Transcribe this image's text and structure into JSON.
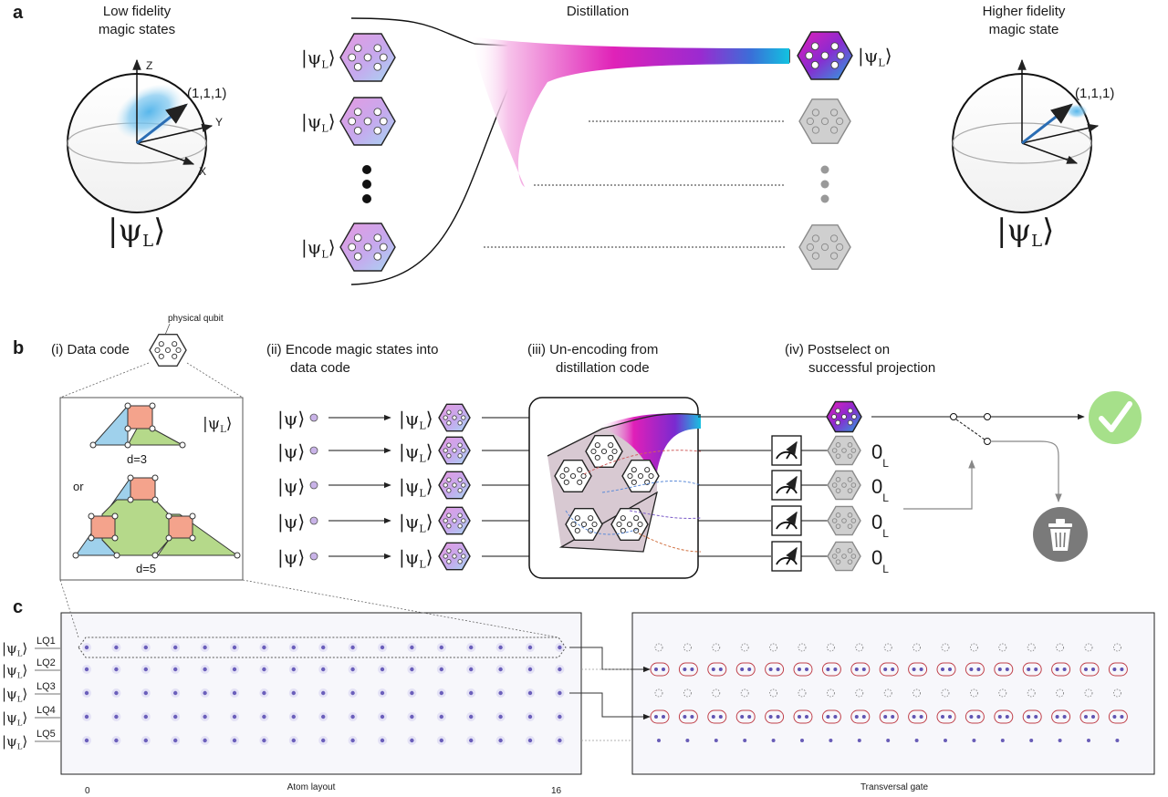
{
  "panels": {
    "a": "a",
    "b": "b",
    "c": "c"
  },
  "panel_a": {
    "left_title": [
      "Low fidelity",
      "magic states"
    ],
    "center_title": "Distillation",
    "right_title": [
      "Higher fidelity",
      "magic state"
    ],
    "axis_z": "Z",
    "axis_y": "Y",
    "axis_x": "X",
    "point_label": "(1,1,1)",
    "ket_psi": "|ψ",
    "sub_L": "L",
    "ket_close": "⟩"
  },
  "panel_b": {
    "step1": "(i) Data code",
    "physical_qubit": "physical qubit",
    "step2": [
      "(ii) Encode magic states into",
      "data code"
    ],
    "step3": [
      "(iii) Un-encoding from",
      "distillation code"
    ],
    "step4": [
      "(iv) Postselect on",
      "successful projection"
    ],
    "d3": "d=3",
    "or": "or",
    "d5": "d=5",
    "psi_raw": "|ψ⟩",
    "zero": "0",
    "zero_sub": "L",
    "colors": {
      "accept": "#a6e08a",
      "discard": "#7a7a7a",
      "red_plaquette": "#f4a38c",
      "blue_plaquette": "#9fd1ec",
      "green_plaquette": "#b5d98a"
    }
  },
  "panel_c": {
    "rows": [
      "LQ1",
      "LQ2",
      "LQ3",
      "LQ4",
      "LQ5"
    ],
    "left_xtick_start": "0",
    "left_xtick_end": "16",
    "left_caption": "Atom layout",
    "right_caption": "Transversal gate"
  }
}
